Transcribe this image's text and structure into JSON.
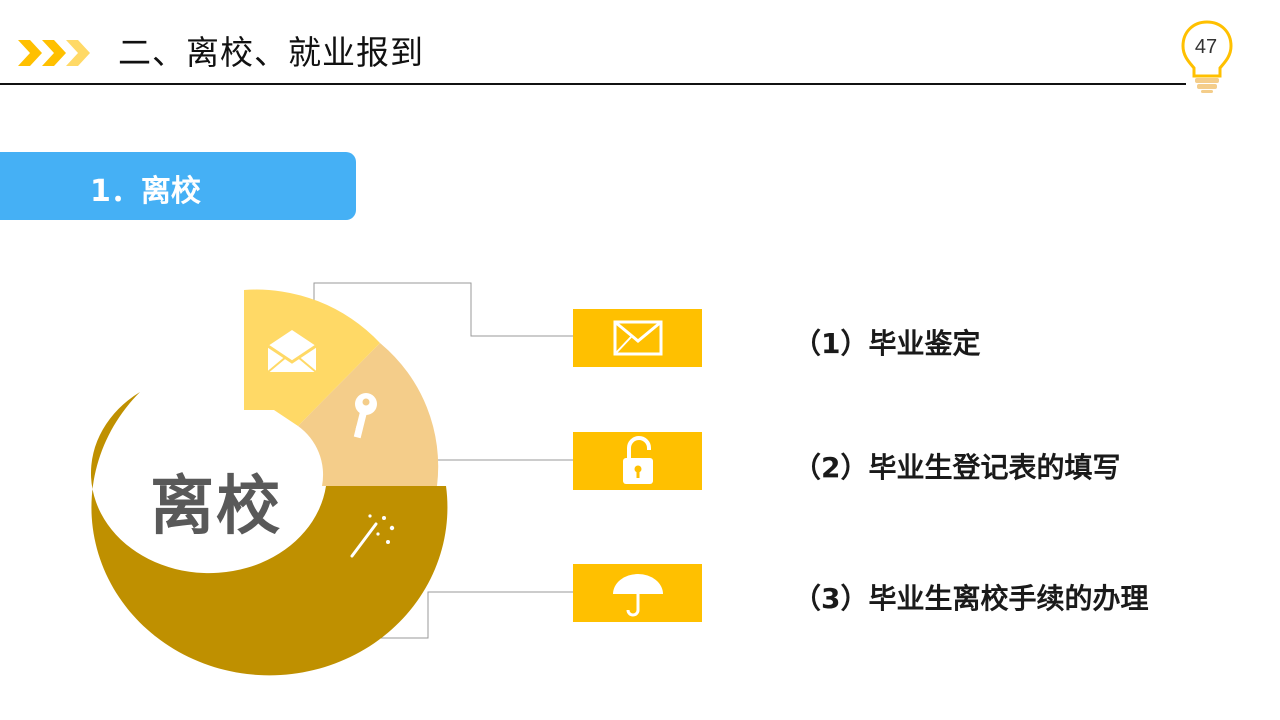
{
  "header": {
    "title": "二、离校、就业报到",
    "page_number": "47",
    "arrow_icon": "triple-chevron-icon",
    "bulb_icon": "lightbulb-icon"
  },
  "section": {
    "label": "1．离校"
  },
  "diagram": {
    "center_label": "离校",
    "segment_icons": [
      "envelope-open-icon",
      "key-icon",
      "magic-wand-icon"
    ],
    "items": [
      {
        "text": "（1）毕业鉴定",
        "icon": "envelope-icon"
      },
      {
        "text": "（2）毕业生登记表的填写",
        "icon": "unlocked-padlock-icon"
      },
      {
        "text": "（3）毕业生离校手续的办理",
        "icon": "umbrella-icon"
      }
    ]
  },
  "colors": {
    "accent_yellow": "#ffc000",
    "segment_light": "#ffd966",
    "segment_beige": "#f4cd8a",
    "segment_gold": "#bf9000",
    "banner_blue": "#45b0f5",
    "text_dark": "#1a1a1a",
    "center_text": "#595959"
  }
}
